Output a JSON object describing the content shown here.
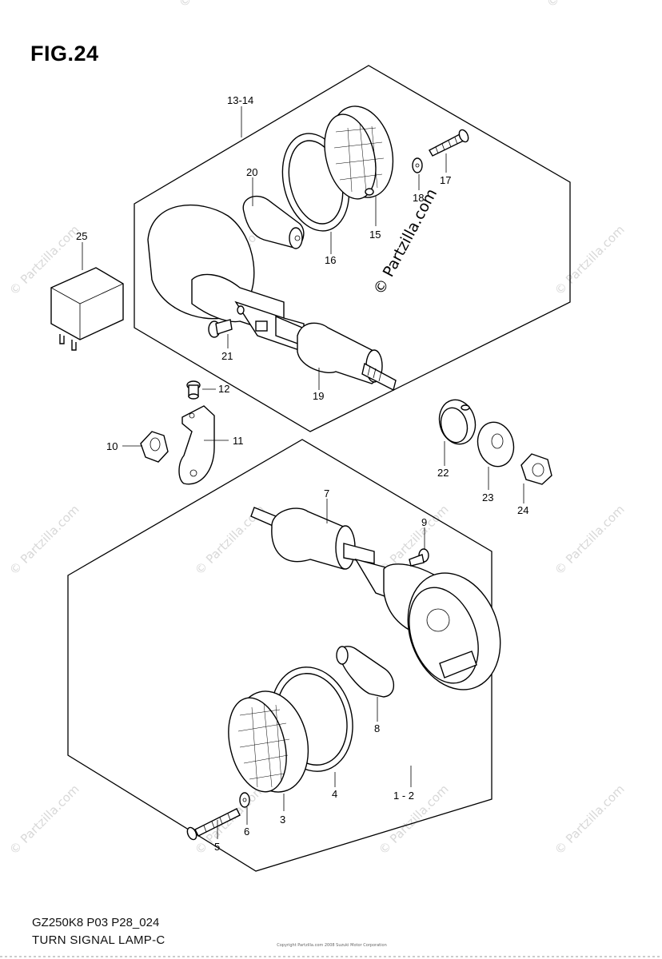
{
  "figure": {
    "title": "FIG.24",
    "code": "GZ250K8 P03 P28_024",
    "name": "TURN SIGNAL LAMP-C"
  },
  "watermark": {
    "text": "© Partzilla.com",
    "main_text": "© Partzilla.com"
  },
  "copyright_small": "Copyright Partzilla.com 2008 Suzuki Motor Corporation",
  "callouts": [
    {
      "id": "13-14",
      "label": "13-14"
    },
    {
      "id": "20",
      "label": "20"
    },
    {
      "id": "16",
      "label": "16"
    },
    {
      "id": "15",
      "label": "15"
    },
    {
      "id": "18",
      "label": "18"
    },
    {
      "id": "17",
      "label": "17"
    },
    {
      "id": "25",
      "label": "25"
    },
    {
      "id": "21",
      "label": "21"
    },
    {
      "id": "19",
      "label": "19"
    },
    {
      "id": "12",
      "label": "12"
    },
    {
      "id": "11",
      "label": "11"
    },
    {
      "id": "10",
      "label": "10"
    },
    {
      "id": "22",
      "label": "22"
    },
    {
      "id": "23",
      "label": "23"
    },
    {
      "id": "24",
      "label": "24"
    },
    {
      "id": "7",
      "label": "7"
    },
    {
      "id": "9",
      "label": "9"
    },
    {
      "id": "8",
      "label": "8"
    },
    {
      "id": "4",
      "label": "4"
    },
    {
      "id": "1-2",
      "label": "1 - 2"
    },
    {
      "id": "3",
      "label": "3"
    },
    {
      "id": "6",
      "label": "6"
    },
    {
      "id": "5",
      "label": "5"
    }
  ]
}
